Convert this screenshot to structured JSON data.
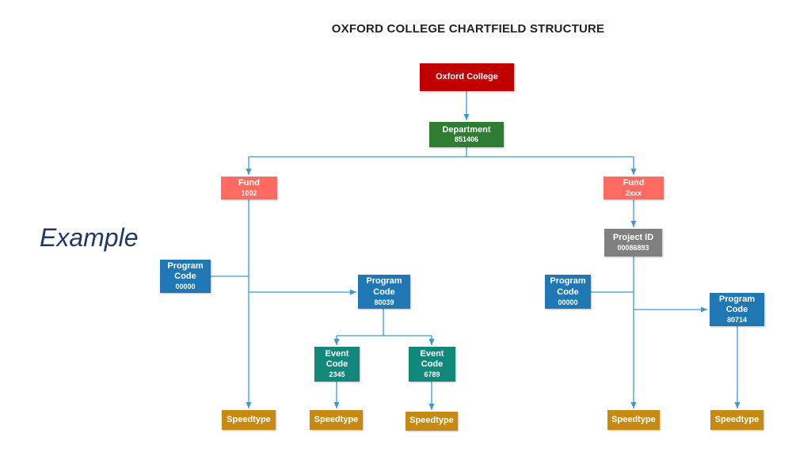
{
  "title": "OXFORD COLLEGE CHARTFIELD STRUCTURE",
  "side_label": "Example",
  "nodes": {
    "oxford": {
      "label": "Oxford College"
    },
    "department": {
      "label": "Department",
      "code": "851406"
    },
    "fund_left": {
      "label": "Fund",
      "code": "1002"
    },
    "fund_right": {
      "label": "Fund",
      "code": "2xxx"
    },
    "project_id": {
      "label": "Project ID",
      "code": "00086893"
    },
    "program_left": {
      "label": "Program Code",
      "code": "00000"
    },
    "program_mid": {
      "label": "Program Code",
      "code": "80039"
    },
    "program_right_a": {
      "label": "Program Code",
      "code": "00000"
    },
    "program_right_b": {
      "label": "Program Code",
      "code": "80714"
    },
    "event_a": {
      "label": "Event Code",
      "code": "2345"
    },
    "event_b": {
      "label": "Event Code",
      "code": "6789"
    },
    "speedtype_1": {
      "label": "Speedtype"
    },
    "speedtype_2": {
      "label": "Speedtype"
    },
    "speedtype_3": {
      "label": "Speedtype"
    },
    "speedtype_4": {
      "label": "Speedtype"
    },
    "speedtype_5": {
      "label": "Speedtype"
    }
  },
  "colors": {
    "root": "#c00000",
    "department": "#2e7d32",
    "fund": "#ff6b61",
    "project": "#808080",
    "program": "#1f78b4",
    "event": "#12887a",
    "speedtype": "#c68a12",
    "connector": "#3a9ad9"
  }
}
